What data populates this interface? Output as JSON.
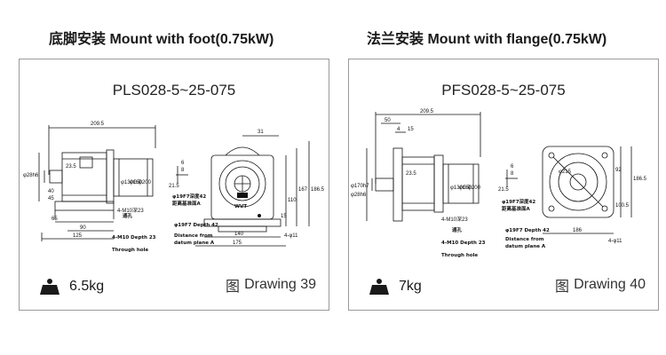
{
  "left": {
    "title": "底脚安装 Mount with foot(0.75kW)",
    "model": "PLS028-5~25-075",
    "weight": "6.5kg",
    "drawing_label": "Drawing 39",
    "drawing_prefix": "图",
    "dims": {
      "d1": "209.5",
      "d2": "φ28h6",
      "d3": "23.5",
      "d4": "40",
      "d5": "45",
      "d6": "65",
      "d7": "90",
      "d8": "125",
      "d9": "φ130G7",
      "d10": "φ160",
      "d11": "φ200",
      "d12": "4-M10深23",
      "d13": "31",
      "d14": "8",
      "d15": "21.5",
      "d16": "6",
      "d17": "15",
      "d18": "110",
      "d19": "167",
      "d20": "186.5",
      "d21": "140",
      "d22": "175",
      "d23": "4-φ11"
    },
    "notes": {
      "n1": "φ19F7深度42",
      "n2": "距离基准面A",
      "n3": "φ19F7 Depth 42",
      "n4": "Distance from",
      "n5": "datum plane A",
      "n6": "4-M10 Depth 23",
      "n7": "Through hole",
      "n8": "通孔",
      "n9": "WVT"
    }
  },
  "right": {
    "title": "法兰安装 Mount with flange(0.75kW)",
    "model": "PFS028-5~25-075",
    "weight": "7kg",
    "drawing_label": "Drawing 40",
    "drawing_prefix": "图",
    "dims": {
      "d1": "209.5",
      "d2": "50",
      "d3": "4",
      "d4": "15",
      "d5": "φ170h7",
      "d6": "φ28h6",
      "d7": "23.5",
      "d8": "φ130G7",
      "d9": "φ160",
      "d10": "φ200",
      "d11": "8",
      "d12": "21.5",
      "d13": "6",
      "d14": "φ215",
      "d15": "92",
      "d16": "186.5",
      "d17": "100.5",
      "d18": "186",
      "d19": "4-φ11",
      "d20": "4-M10深23"
    },
    "notes": {
      "n1": "φ19F7深度42",
      "n2": "距离基准面A",
      "n3": "φ19F7 Depth 42",
      "n4": "Distance from",
      "n5": "datum plane A",
      "n6": "4-M10 Depth 23",
      "n7": "Through hole",
      "n8": "通孔"
    }
  },
  "icons": {
    "weight": "weight-icon",
    "picture": "picture-icon"
  }
}
